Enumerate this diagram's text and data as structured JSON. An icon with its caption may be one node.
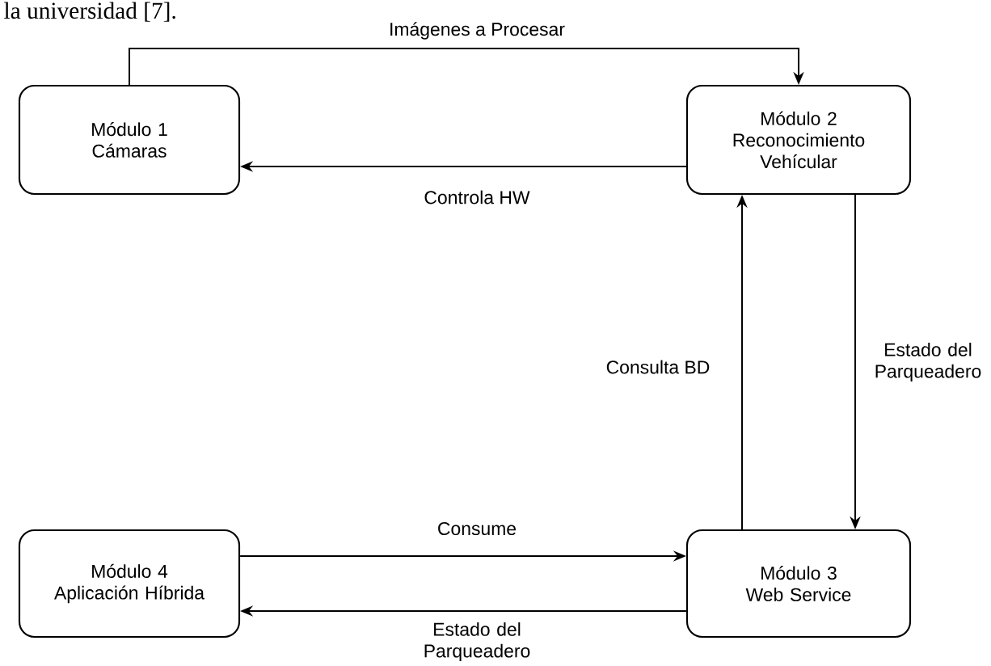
{
  "diagram": {
    "nodes": [
      {
        "text": [
          "Módulo 1",
          "Cámaras"
        ]
      },
      {
        "text": [
          "Módulo 2",
          "Reconocimiento Vehícular"
        ]
      },
      {
        "text": [
          "Módulo 3",
          "Web Service"
        ]
      },
      {
        "text": [
          "Módulo 4",
          "Aplicación Híbrida"
        ]
      }
    ],
    "edges": [
      {
        "from": 0,
        "to": 1,
        "arrow": "to",
        "label": "Imágenes a Procesar"
      },
      {
        "from": 1,
        "to": 0,
        "arrow": "to",
        "label": "Controla HW"
      },
      {
        "from": 2,
        "to": 1,
        "arrow": "to",
        "label": "Consulta BD"
      },
      {
        "from": 1,
        "to": 2,
        "arrow": "to",
        "label": "Estado del Parqueadero"
      },
      {
        "from": 3,
        "to": 2,
        "arrow": "to",
        "label": "Consume"
      },
      {
        "from": 2,
        "to": 3,
        "arrow": "to",
        "label": "Estado del Parqueadero"
      }
    ],
    "labels": [
      "la universidad [7]."
    ]
  }
}
